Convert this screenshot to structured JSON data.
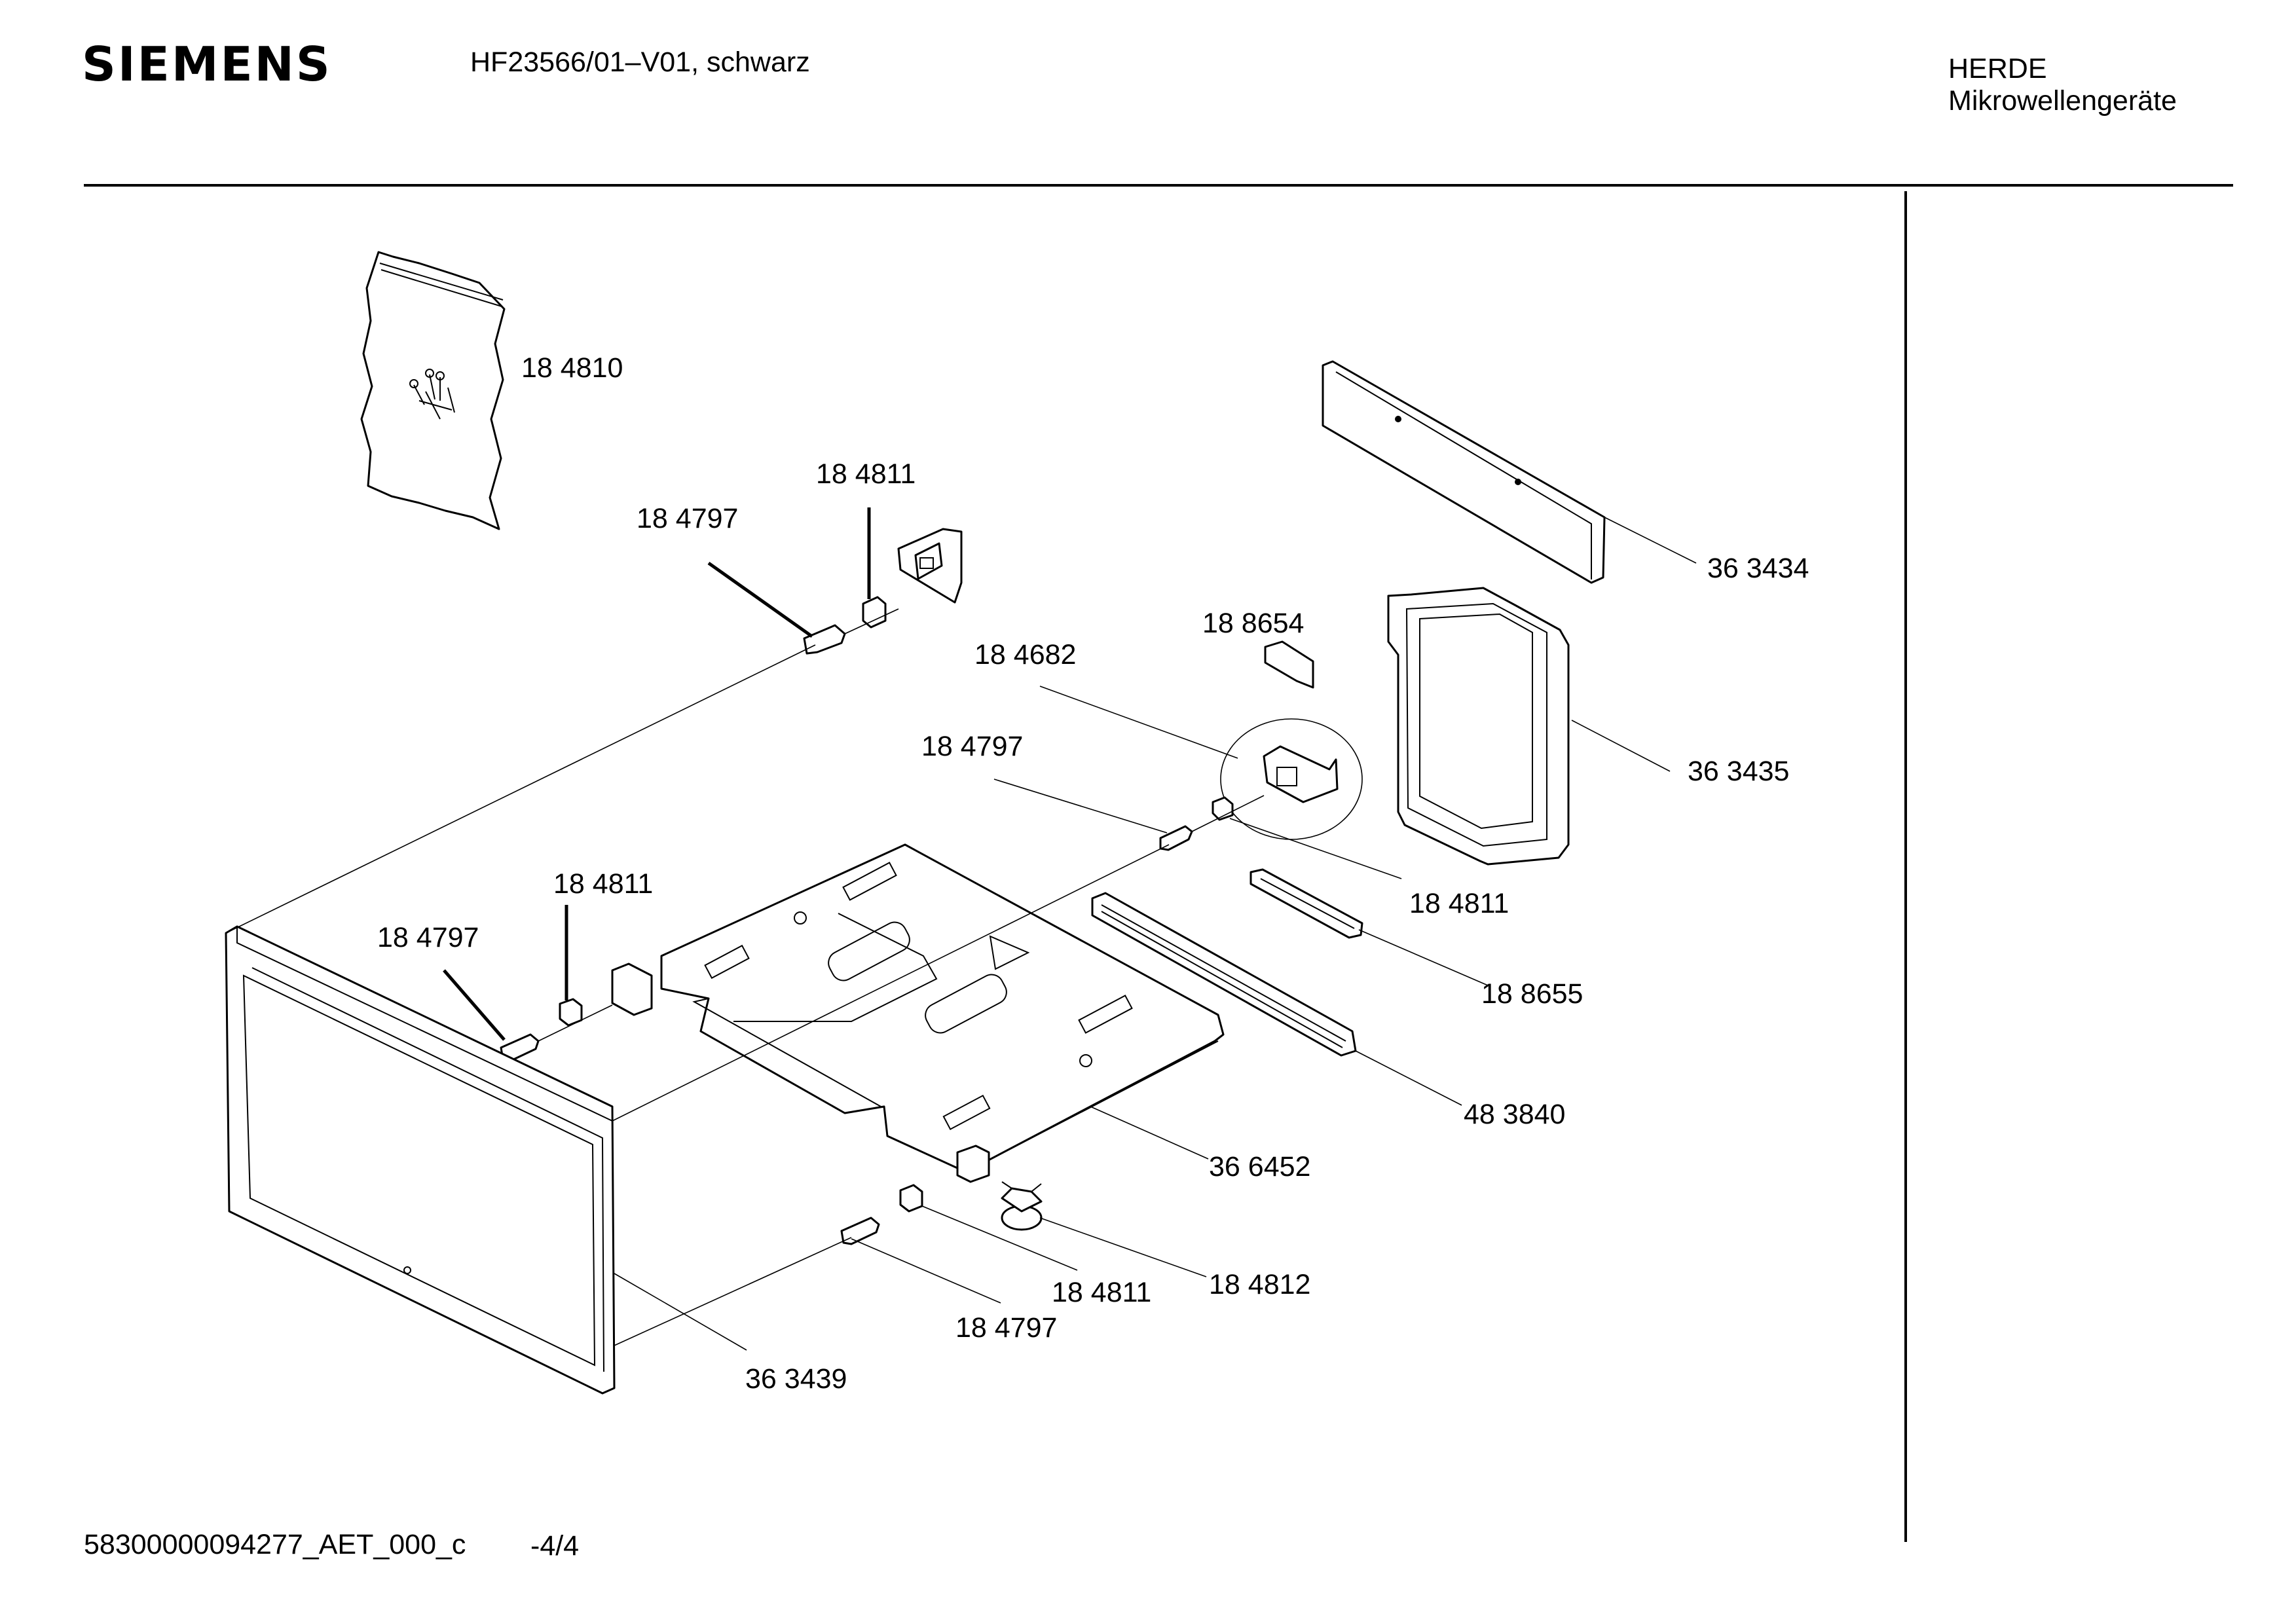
{
  "header": {
    "brand": "SIEMENS",
    "model": "HF23566/01–V01, schwarz",
    "category_line1": "HERDE",
    "category_line2": "Mikrowellengeräte"
  },
  "footer": {
    "document_id": "58300000094277_AET_000_c",
    "page": "-4/4"
  },
  "part_labels": [
    {
      "id": "lbl-184810",
      "text": "18 4810"
    },
    {
      "id": "lbl-184811-top",
      "text": "18 4811"
    },
    {
      "id": "lbl-184797-top",
      "text": "18 4797"
    },
    {
      "id": "lbl-363434",
      "text": "36 3434"
    },
    {
      "id": "lbl-188654",
      "text": "18 8654"
    },
    {
      "id": "lbl-184682",
      "text": "18 4682"
    },
    {
      "id": "lbl-363435",
      "text": "36 3435"
    },
    {
      "id": "lbl-184797-mid",
      "text": "18 4797"
    },
    {
      "id": "lbl-184811-right",
      "text": "18 4811"
    },
    {
      "id": "lbl-184811-left",
      "text": "18 4811"
    },
    {
      "id": "lbl-188655",
      "text": "18 8655"
    },
    {
      "id": "lbl-184797-left",
      "text": "18 4797"
    },
    {
      "id": "lbl-483840",
      "text": "48 3840"
    },
    {
      "id": "lbl-366452",
      "text": "36 6452"
    },
    {
      "id": "lbl-184811-bottom",
      "text": "18 4811"
    },
    {
      "id": "lbl-184812",
      "text": "18 4812"
    },
    {
      "id": "lbl-184797-bottom",
      "text": "18 4797"
    },
    {
      "id": "lbl-363439",
      "text": "36 3439"
    }
  ]
}
